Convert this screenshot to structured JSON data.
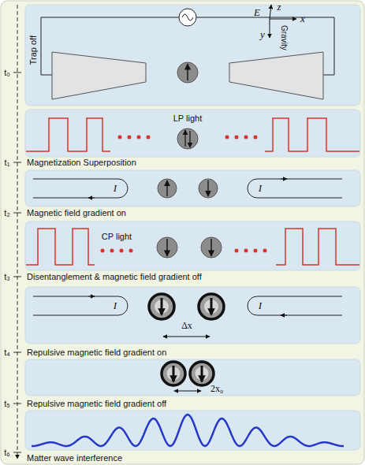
{
  "diagram": {
    "nodes": [
      {
        "text": [
          "Trap off"
        ]
      },
      {
        "text": [
          "LP light"
        ]
      },
      {
        "text": [
          "I",
          "I"
        ]
      },
      {
        "text": [
          "CP light"
        ]
      },
      {
        "text": [
          "I",
          "I",
          "Δx"
        ]
      },
      {
        "text": [
          "2x₀"
        ]
      }
    ],
    "labels": [
      "E",
      "z",
      "x",
      "y",
      "Gravity",
      "t₀",
      "t₁",
      "Magnetization Superposition",
      "t₂",
      "Magnetic field gradient on",
      "t₃",
      "Disentanglement & magnetic field gradient off",
      "t₄",
      "Repulsive magnetic field gradient on",
      "t₅",
      "Repulsive magnetic field gradient off",
      "t₆",
      "Matter wave interference"
    ]
  }
}
